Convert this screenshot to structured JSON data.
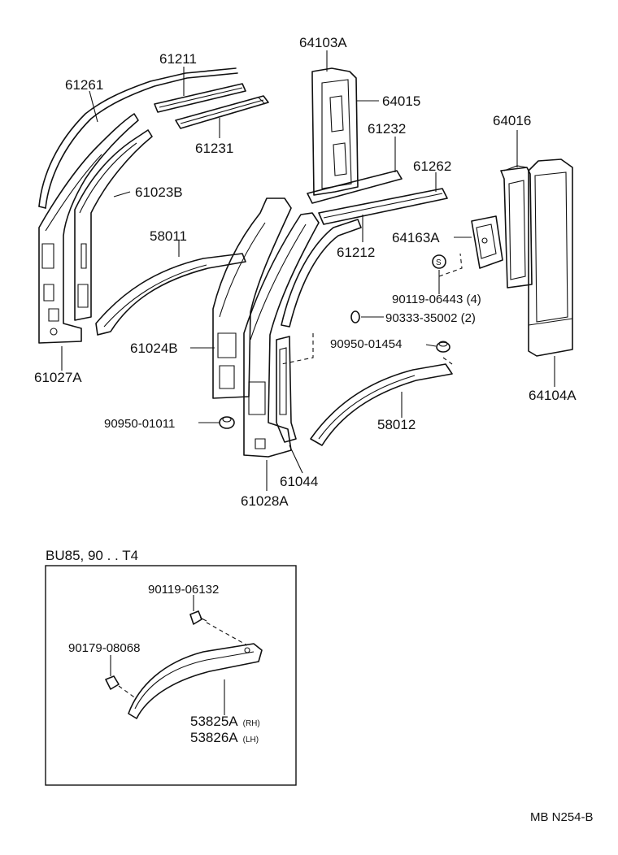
{
  "labels": {
    "p61261": "61261",
    "p61211": "61211",
    "p61231": "61231",
    "p61023b": "61023B",
    "p58011": "58011",
    "p61027a": "61027A",
    "p64103a": "64103A",
    "p64015": "64015",
    "p61232": "61232",
    "p61262": "61262",
    "p61212": "61212",
    "p64016": "64016",
    "p64163a": "64163A",
    "p90119_06443": "90119-06443 (4)",
    "p90333_35002": "90333-35002 (2)",
    "p90950_01454": "90950-01454",
    "p61024b": "61024B",
    "p90950_01011": "90950-01011",
    "p58012": "58012",
    "p61044": "61044",
    "p61028a": "61028A",
    "p64104a": "64104A",
    "s_marker": "S"
  },
  "inset": {
    "title": "BU85, 90 . . T4",
    "p90119_06132": "90119-06132",
    "p90179_08068": "90179-08068",
    "p53825a": "53825A",
    "p53825a_suffix": "(RH)",
    "p53826a": "53826A",
    "p53826a_suffix": "(LH)"
  },
  "footer": {
    "code": "MB N254-B"
  }
}
